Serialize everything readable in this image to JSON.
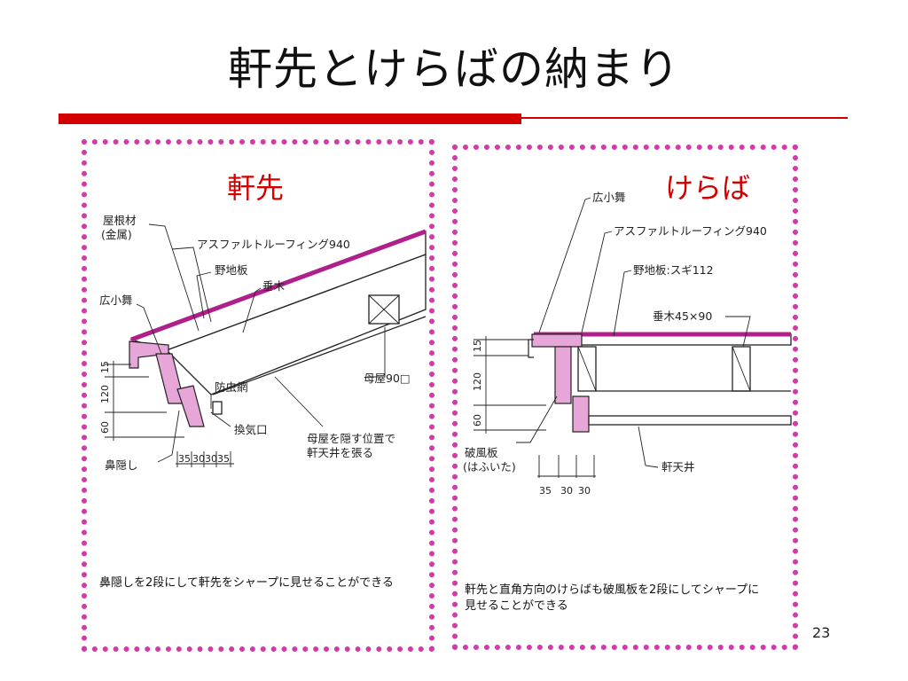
{
  "slide": {
    "title": "軒先とけらばの納まり",
    "page_number": "23",
    "accent_color": "#d40000",
    "border_color": "#d23aa8",
    "trim_color": "#e6a6d8"
  },
  "left_panel": {
    "heading": "軒先",
    "labels": {
      "roof_material_1": "屋根材",
      "roof_material_2": "(金属)",
      "asphalt": "アスファルトルーフィング940",
      "sheathing": "野地板",
      "rafter": "垂木",
      "fascia": "広小舞",
      "insect_net": "防虫網",
      "purlin": "母屋90□",
      "vent": "換気口",
      "nose_cover": "鼻隠し",
      "note_1": "母屋を隠す位置で",
      "note_2": "軒天井を張る"
    },
    "dims_vertical": [
      "15",
      "120",
      "60"
    ],
    "dims_horizontal": [
      "35",
      "30",
      "30",
      "35"
    ],
    "caption": "鼻隠しを2段にして軒先をシャープに見せることができる"
  },
  "right_panel": {
    "heading": "けらば",
    "labels": {
      "fascia": "広小舞",
      "asphalt": "アスファルトルーフィング940",
      "sheathing": "野地板:スギ112",
      "rafter": "垂木45×90",
      "barge_1": "破風板",
      "barge_2": "(はふいた)",
      "soffit": "軒天井"
    },
    "dims_vertical": [
      "15",
      "120",
      "60"
    ],
    "dims_horizontal": [
      "35",
      "30",
      "30"
    ],
    "caption_1": "軒先と直角方向のけらばも破風板を2段にしてシャープに",
    "caption_2": "見せることができる"
  }
}
